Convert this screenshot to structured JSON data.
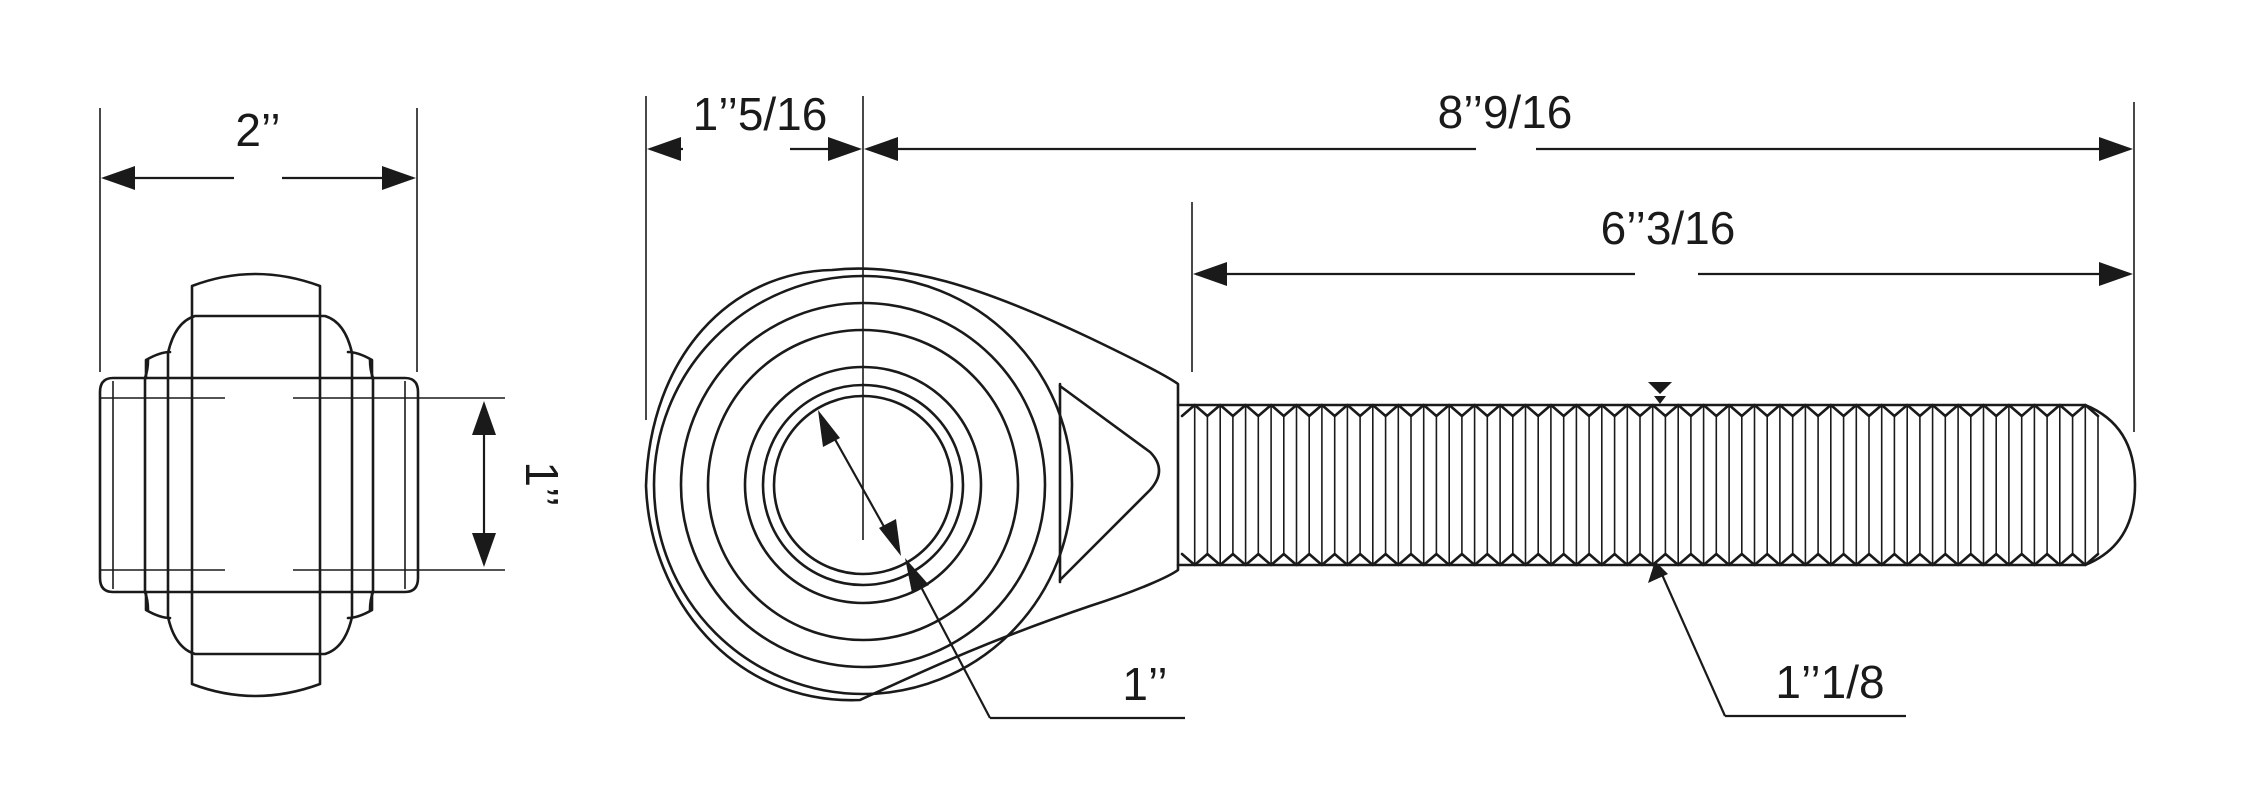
{
  "dimensions": {
    "width_label": "2’’",
    "bore_height_label": "1’’",
    "eye_offset_label": "1’’5/16",
    "overall_length_label": "8’’9/16",
    "thread_length_label": "6’’3/16",
    "ball_bore_label": "1’’",
    "thread_diameter_label": "1’’1/8"
  },
  "thread": {
    "crest_count": 36
  }
}
